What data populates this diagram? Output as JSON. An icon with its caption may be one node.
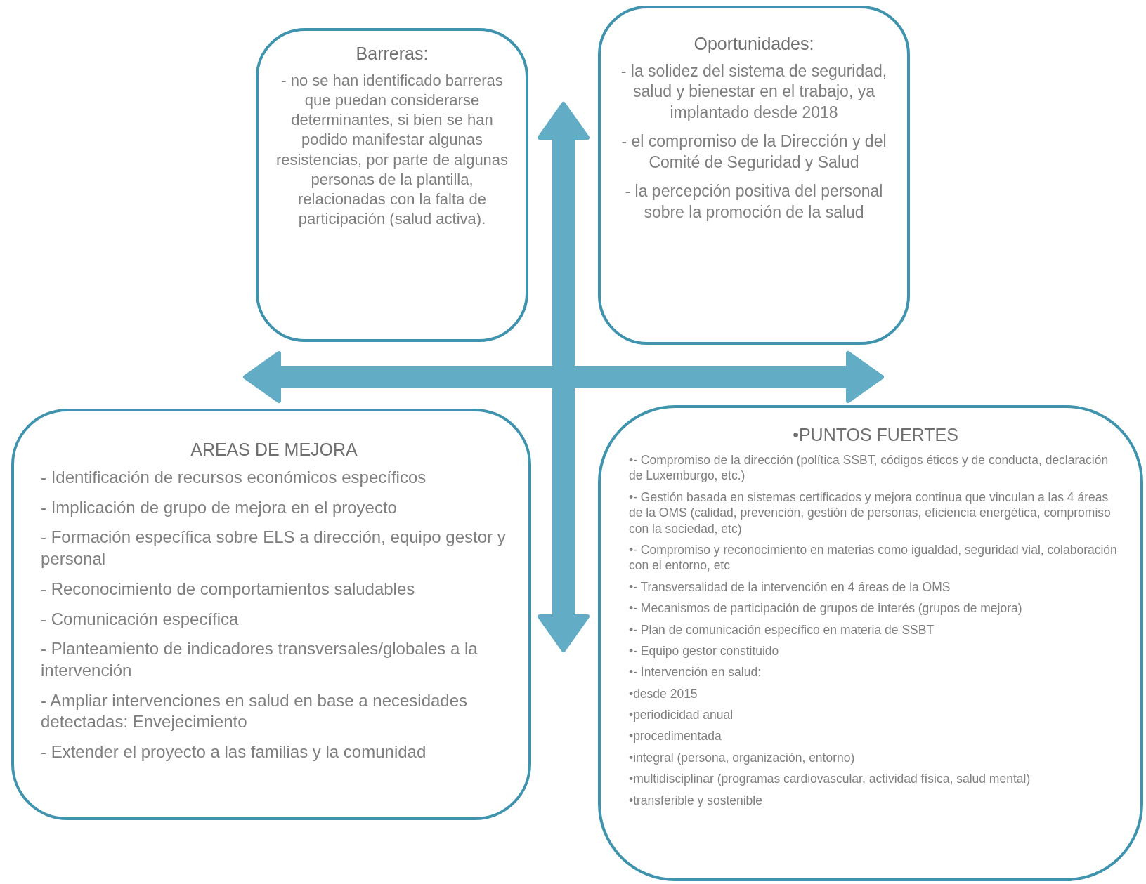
{
  "diagram": {
    "nodes": [
      {
        "text": [
          "Barreras:",
          "- no se han identificado barreras que puedan considerarse determinantes, si bien se han podido manifestar algunas resistencias, por parte de algunas personas de la plantilla, relacionadas con la falta de participación (salud activa)."
        ]
      },
      {
        "text": [
          "Oportunidades:",
          "- la solidez del sistema de seguridad, salud y bienestar en el trabajo, ya implantado desde 2018",
          "- el compromiso de la Dirección y del Comité de Seguridad y Salud",
          "- la percepción positiva del personal sobre la promoción de la salud"
        ]
      },
      {
        "text": [
          "AREAS DE MEJORA",
          "- Identificación de recursos económicos específicos",
          "- Implicación de grupo de mejora en el proyecto",
          "- Formación específica sobre ELS a dirección, equipo gestor y personal",
          "- Reconocimiento de comportamientos saludables",
          "- Comunicación específica",
          "- Planteamiento de indicadores transversales/globales a la intervención",
          "- Ampliar intervenciones en salud en base a necesidades detectadas: Envejecimiento",
          "- Extender el proyecto a las familias y la comunidad"
        ]
      },
      {
        "text": [
          "•PUNTOS FUERTES",
          "•- Compromiso de la dirección (política SSBT, códigos éticos y de conducta, declaración de Luxemburgo, etc.)",
          "•- Gestión basada en sistemas certificados y mejora continua que vinculan a las 4 áreas de la OMS (calidad, prevención, gestión de personas, eficiencia energética, compromiso con la sociedad, etc)",
          "•- Compromiso y reconocimiento en materias como igualdad, seguridad vial, colaboración con el entorno, etc",
          "•- Transversalidad de la intervención en 4 áreas de la OMS",
          "•- Mecanismos de participación de grupos de interés (grupos de mejora)",
          "•- Plan de comunicación específico en materia de SSBT",
          "•- Equipo gestor constituido",
          "•- Intervención en salud:",
          "•desde 2015",
          "•periodicidad anual",
          "•procedimentada",
          "•integral (persona, organización, entorno)",
          "•multidisciplinar (programas cardiovascular, actividad física, salud mental)",
          "•transferible y sostenible"
        ]
      }
    ]
  }
}
